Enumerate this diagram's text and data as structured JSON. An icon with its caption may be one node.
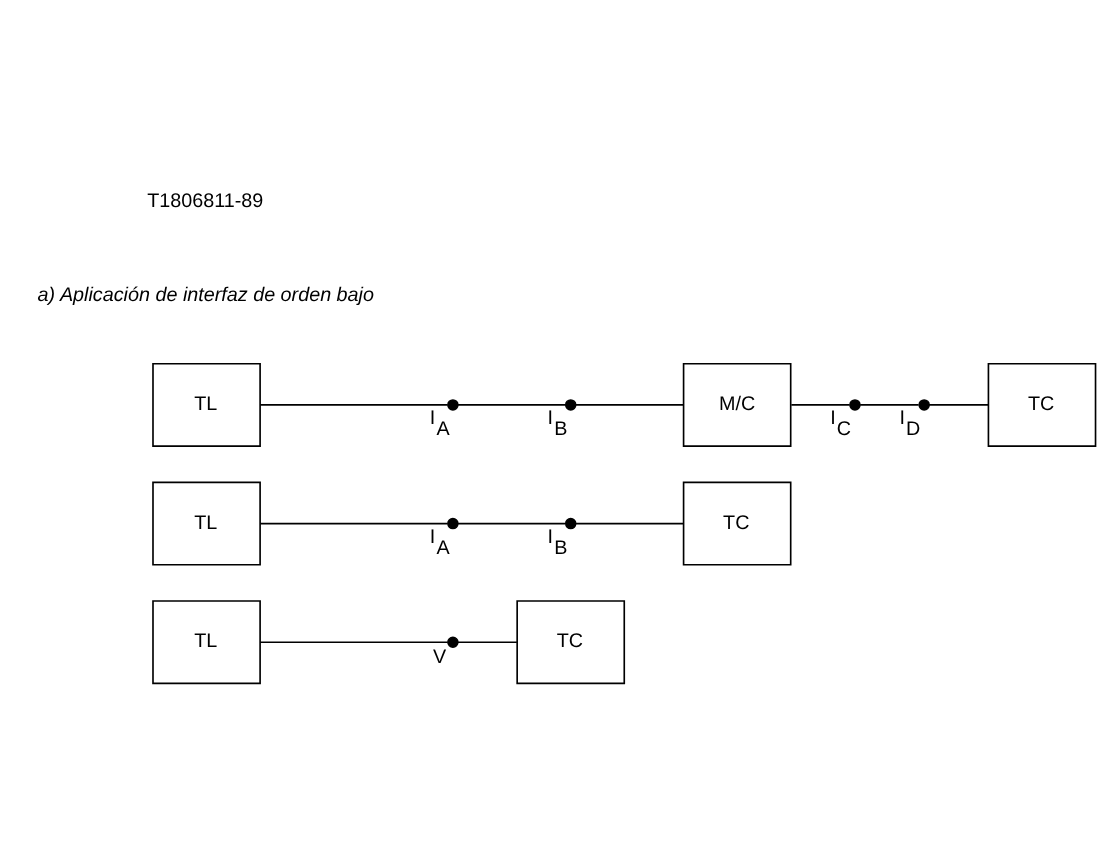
{
  "diagram": {
    "nodes": [
      {
        "text": [
          "TL"
        ]
      },
      {
        "text": [],
        "shape": "circle",
        "beside": [
          "V"
        ]
      },
      {
        "text": [
          "TC"
        ]
      },
      {
        "text": [
          "TL"
        ]
      },
      {
        "text": [],
        "shape": "circle",
        "beside": [
          "I$_{A}$"
        ]
      },
      {
        "text": [],
        "shape": "circle",
        "beside": [
          "I$_{B}$"
        ]
      },
      {
        "text": [
          "TC"
        ]
      },
      {
        "text": [
          "TL"
        ]
      },
      {
        "text": [],
        "shape": "circle",
        "beside": [
          "I$_{A}$"
        ]
      },
      {
        "text": [],
        "shape": "circle",
        "beside": [
          "I$_{B}$"
        ]
      },
      {
        "text": [
          "M/C"
        ]
      },
      {
        "text": [],
        "shape": "circle",
        "beside": [
          "I$_{C}$"
        ]
      },
      {
        "text": [],
        "shape": "circle",
        "beside": [
          "I$_{D}$"
        ]
      },
      {
        "text": [
          "TC"
        ]
      }
    ],
    "edges": [
      {
        "from": 0,
        "to": 1,
        "arrow": "none"
      },
      {
        "from": 1,
        "to": 2,
        "arrow": "none"
      },
      {
        "from": 3,
        "to": 4,
        "arrow": "none"
      },
      {
        "from": 4,
        "to": 5,
        "arrow": "none"
      },
      {
        "from": 5,
        "to": 6,
        "arrow": "none"
      },
      {
        "from": 7,
        "to": 8,
        "arrow": "none"
      },
      {
        "from": 8,
        "to": 9,
        "arrow": "none"
      },
      {
        "from": 9,
        "to": 10,
        "arrow": "none"
      },
      {
        "from": 10,
        "to": 11,
        "arrow": "none"
      },
      {
        "from": 11,
        "to": 12,
        "arrow": "none"
      },
      {
        "from": 12,
        "to": 13,
        "arrow": "none"
      }
    ],
    "labels": [
      "a) Aplicación de interfaz de orden bajo",
      "T1806811-89"
    ]
  }
}
